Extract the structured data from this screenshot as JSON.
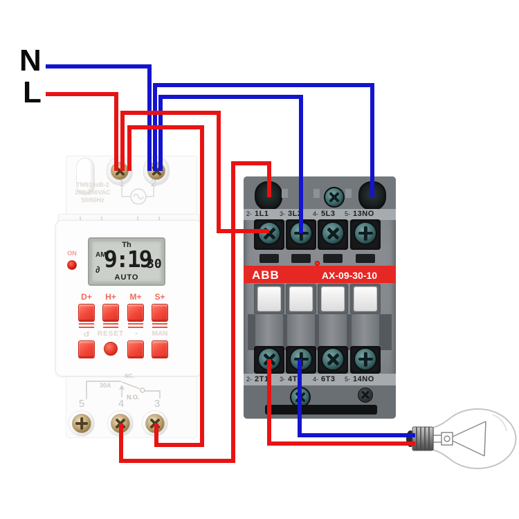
{
  "labels": {
    "neutral": "N",
    "live": "L"
  },
  "timer": {
    "model_lines": [
      "TM919sB-2",
      "200-250VAC",
      "50/60Hz"
    ],
    "top_terminals": [
      "1",
      "2"
    ],
    "power_led_label": "ON",
    "lcd": {
      "day": "Th",
      "meridiem": "AM",
      "time": "9:19",
      "seconds": "30",
      "day_icon": "∂",
      "mode": "AUTO"
    },
    "button_labels": [
      "D+",
      "H+",
      "M+",
      "S+"
    ],
    "soft_labels": [
      "↺",
      "RESET",
      "◔",
      "MAN"
    ],
    "relay_markings": {
      "nc": "NC.",
      "rating": "30A",
      "no": "N.O."
    },
    "bottom_terminals": [
      "5",
      "4",
      "3"
    ]
  },
  "contactor": {
    "brand": "ABB",
    "model": "AX-09-30-10",
    "top_terminals": [
      {
        "pin": "2-",
        "label": "1L1"
      },
      {
        "pin": "3-",
        "label": "3L2"
      },
      {
        "pin": "4-",
        "label": "5L3"
      },
      {
        "pin": "5-",
        "label": "13NO"
      }
    ],
    "bottom_terminals": [
      {
        "pin": "2-",
        "label": "2T1"
      },
      {
        "pin": "3-",
        "label": "4T2"
      },
      {
        "pin": "4-",
        "label": "6T3"
      },
      {
        "pin": "5-",
        "label": "14NO"
      }
    ]
  },
  "wires": {
    "red": [
      "L feed to timer terminal 1",
      "timer terminal 1 to contactor 1L1",
      "timer terminal 1 jumper to timer terminal 3",
      "timer terminal 4 to contactor coil above 1L1",
      "contactor 2T1 to lamp"
    ],
    "blue": [
      "N feed to timer terminal 2",
      "timer terminal 2 to contactor coil above 13NO",
      "timer terminal 2 to contactor 3L2",
      "contactor 4T2 to lamp"
    ]
  },
  "colors": {
    "wire_red": "#e81313",
    "wire_blue": "#1414cf",
    "brand_red": "#e62723",
    "button_red": "#f2483b"
  }
}
